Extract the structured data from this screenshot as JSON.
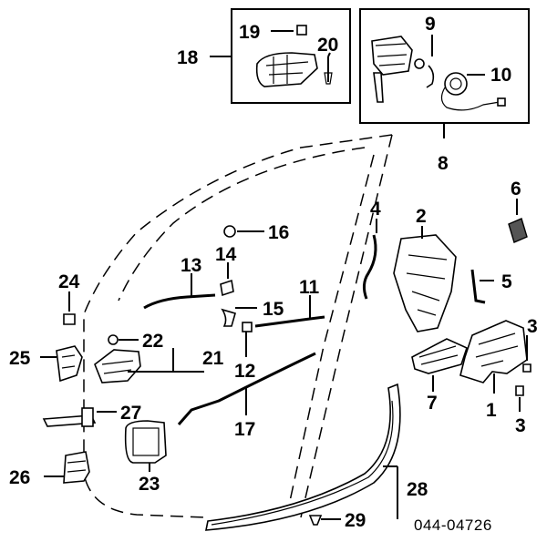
{
  "diagram": {
    "callouts": {
      "c1": "1",
      "c2": "2",
      "c3a": "3",
      "c3b": "3",
      "c4": "4",
      "c5": "5",
      "c6": "6",
      "c7": "7",
      "c8": "8",
      "c9": "9",
      "c10": "10",
      "c11": "11",
      "c12": "12",
      "c13": "13",
      "c14": "14",
      "c15": "15",
      "c16": "16",
      "c17": "17",
      "c18": "18",
      "c19": "19",
      "c20": "20",
      "c21": "21",
      "c22": "22",
      "c23": "23",
      "c24": "24",
      "c25": "25",
      "c26": "26",
      "c27": "27",
      "c28": "28",
      "c29": "29"
    },
    "diagram_code": "044-04726"
  }
}
